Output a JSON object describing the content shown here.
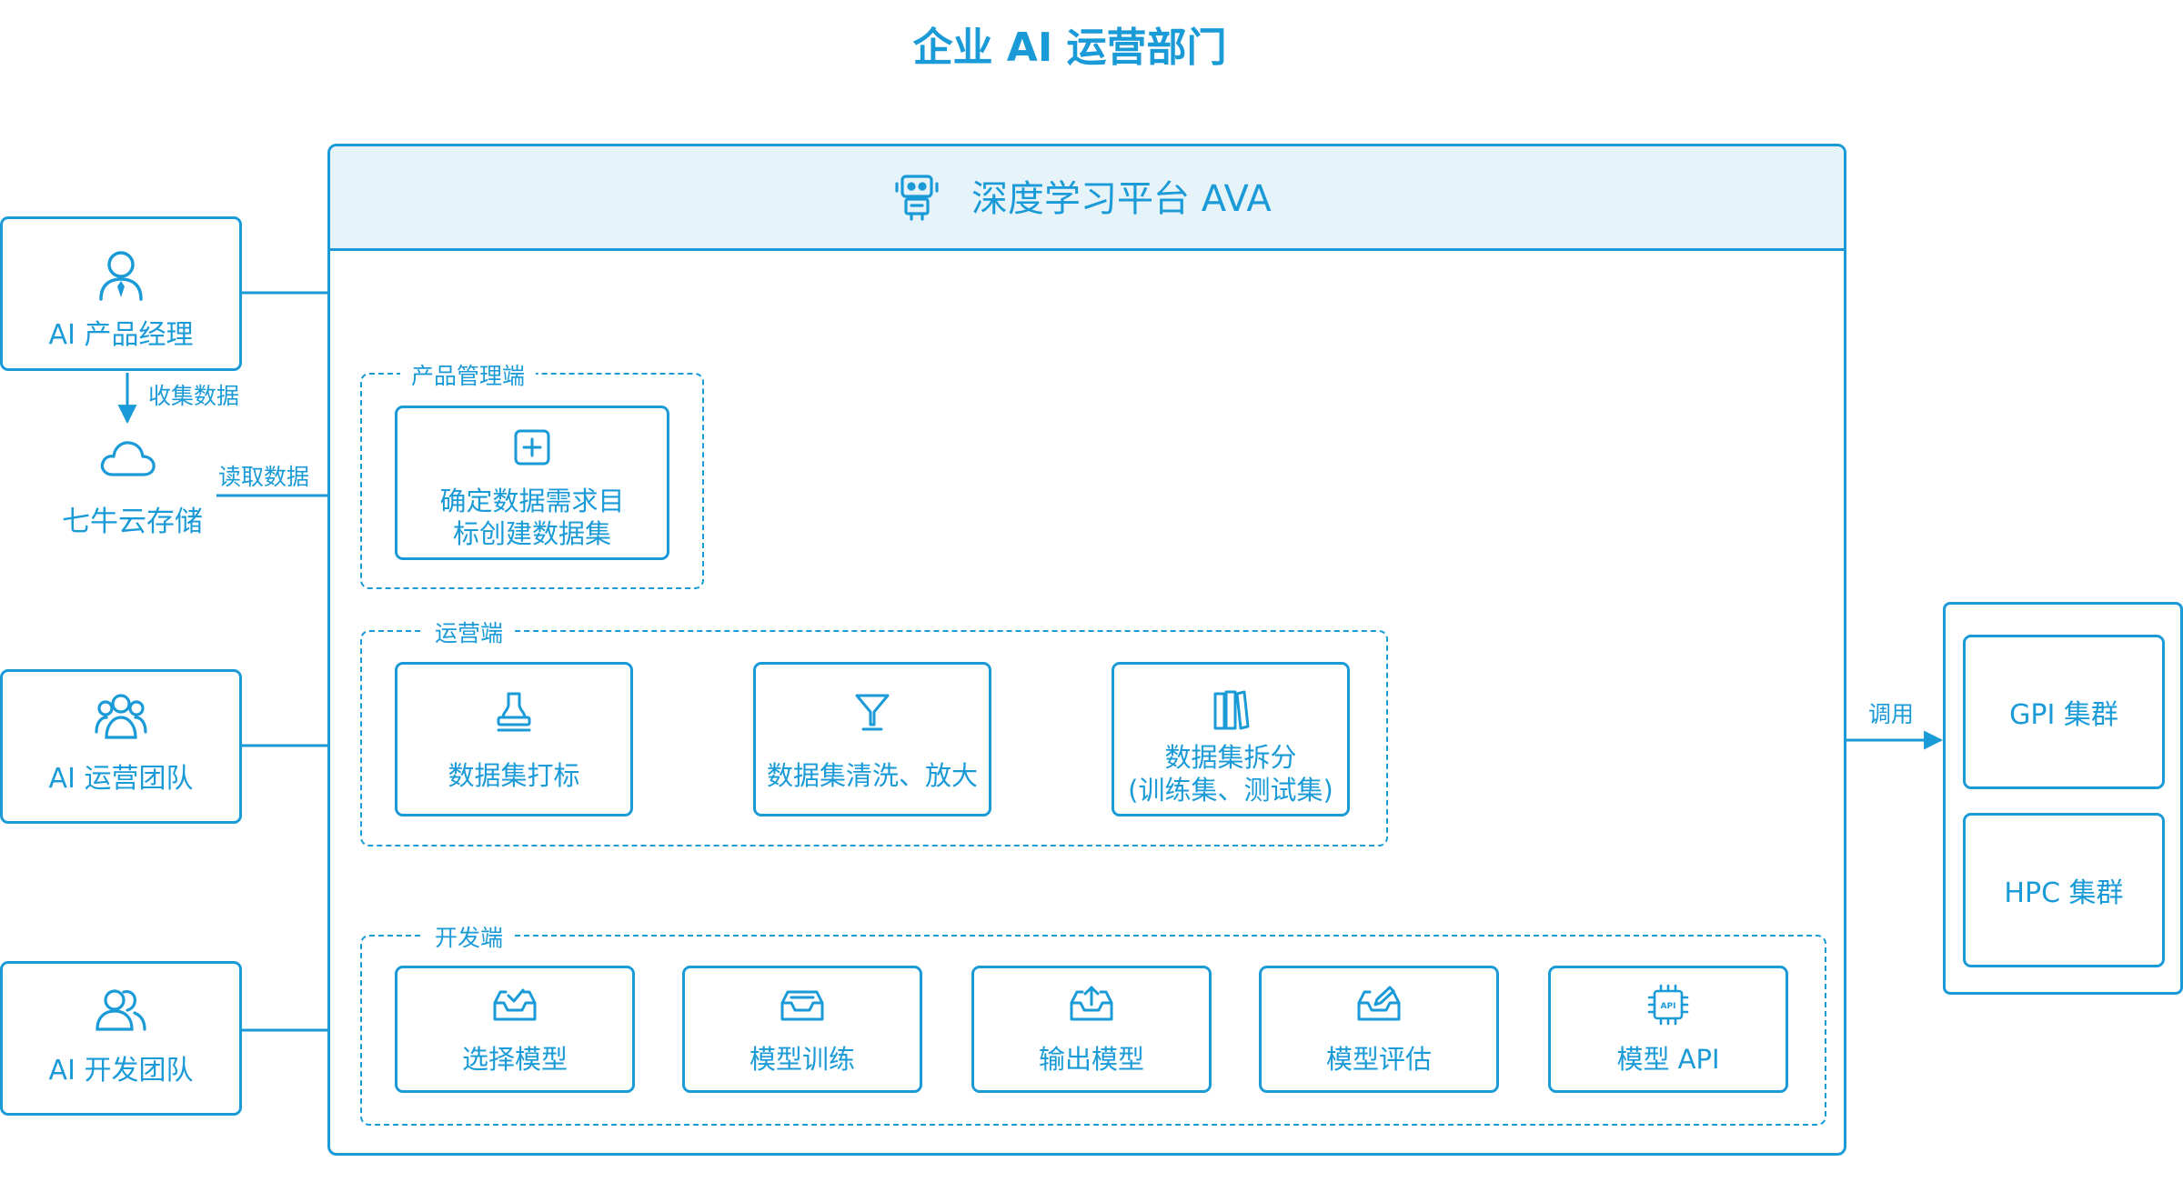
{
  "title": "企业 AI 运营部门",
  "platform": {
    "title": "深度学习平台 AVA",
    "icon": "robot-icon"
  },
  "actors": {
    "pm": {
      "label": "AI 产品经理",
      "icon": "user-tie-icon"
    },
    "ops": {
      "label": "AI 运营团队",
      "icon": "team-icon"
    },
    "dev": {
      "label": "AI 开发团队",
      "icon": "users-icon"
    }
  },
  "storage": {
    "label": "七牛云存储",
    "icon": "cloud-icon"
  },
  "edge_labels": {
    "collect": "收集数据",
    "read": "读取数据",
    "invoke": "调用"
  },
  "groups": {
    "product": {
      "label": "产品管理端",
      "nodes": [
        {
          "line1": "确定数据需求目",
          "line2": "标创建数据集",
          "icon": "plus-square-icon"
        }
      ]
    },
    "operations": {
      "label": "运营端",
      "nodes": [
        {
          "label": "数据集打标",
          "icon": "stamp-icon"
        },
        {
          "label": "数据集清洗、放大",
          "icon": "funnel-icon"
        },
        {
          "line1": "数据集拆分",
          "line2": "(训练集、测试集)",
          "icon": "books-icon"
        }
      ]
    },
    "development": {
      "label": "开发端",
      "nodes": [
        {
          "label": "选择模型",
          "icon": "inbox-check-icon"
        },
        {
          "label": "模型训练",
          "icon": "inbox-stack-icon"
        },
        {
          "label": "输出模型",
          "icon": "inbox-upload-icon"
        },
        {
          "label": "模型评估",
          "icon": "inbox-edit-icon"
        },
        {
          "label": "模型 API",
          "icon": "api-chip-icon"
        }
      ]
    }
  },
  "clusters": [
    {
      "label": "GPI 集群"
    },
    {
      "label": "HPC 集群"
    }
  ],
  "colors": {
    "primary": "#1a9ad6",
    "header_bg": "#e6f3f9"
  }
}
